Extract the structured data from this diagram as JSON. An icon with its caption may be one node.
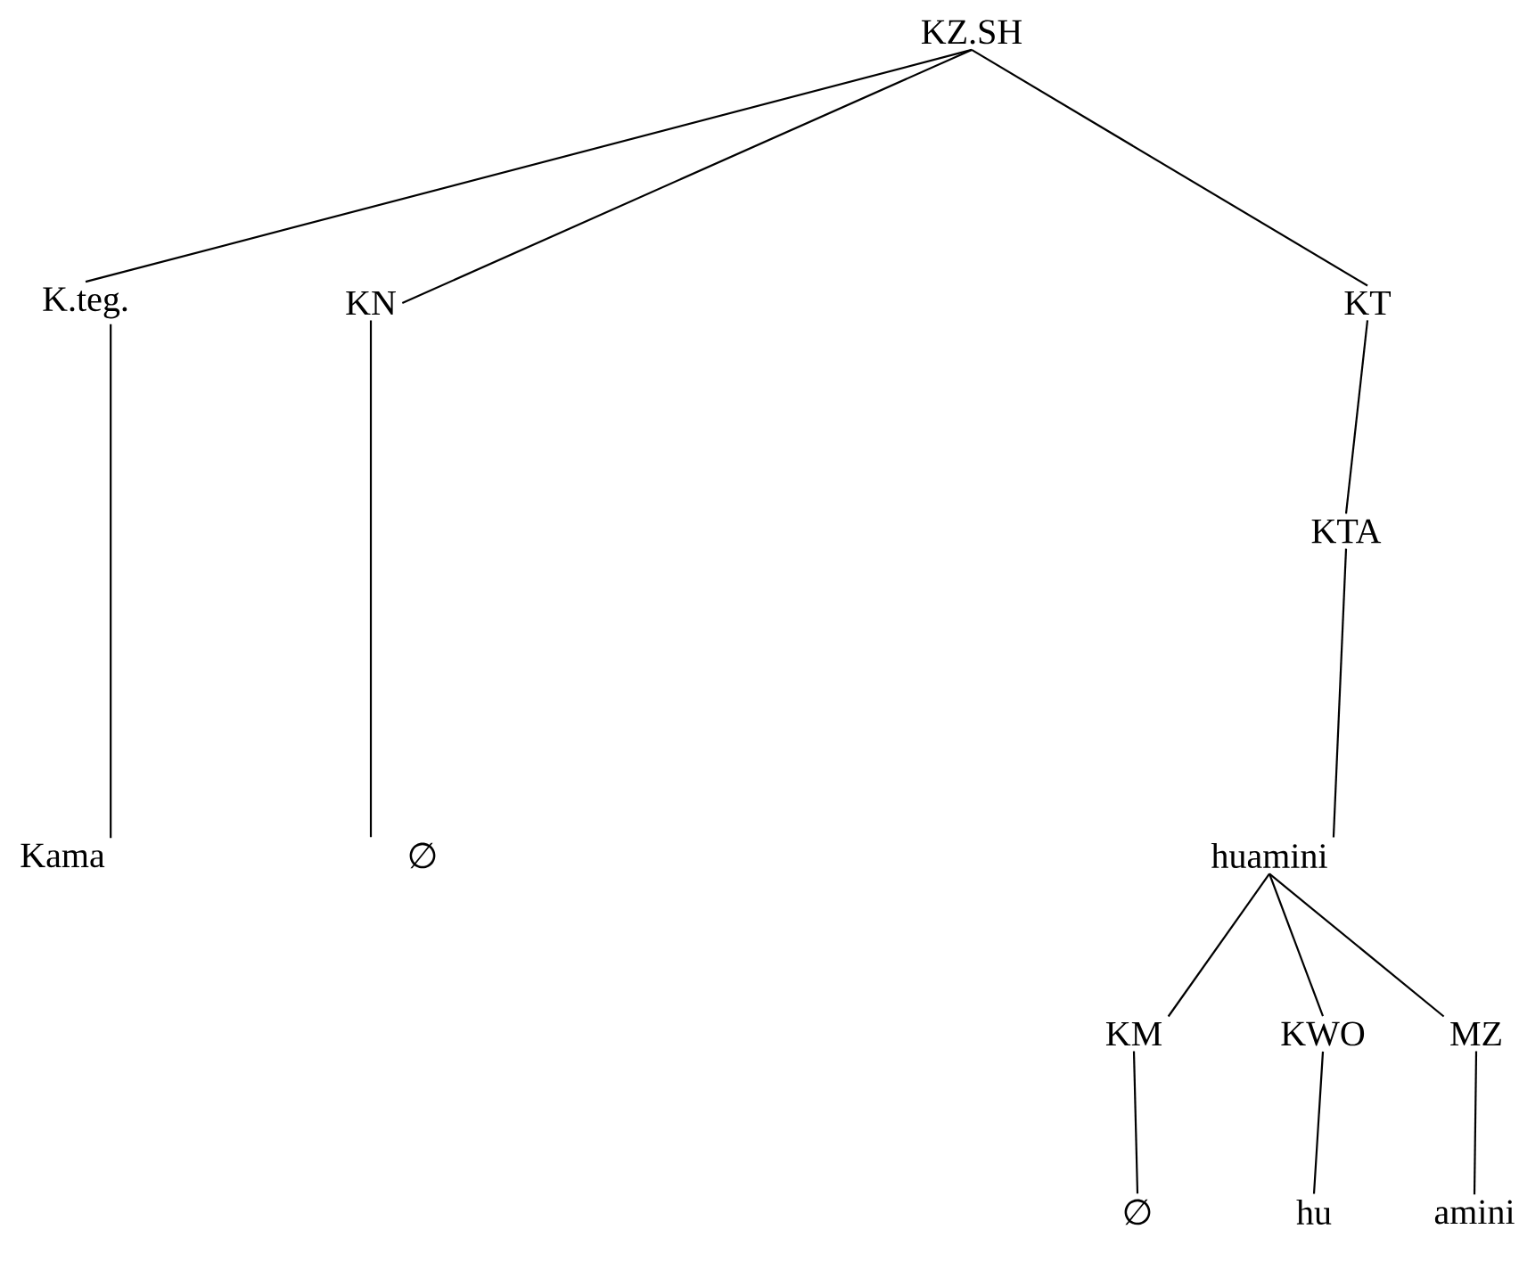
{
  "diagram": {
    "nodes": [
      {
        "text": [
          "KZ.SH"
        ]
      },
      {
        "text": [
          "K.teg."
        ]
      },
      {
        "text": [
          "KN"
        ]
      },
      {
        "text": [
          "KT"
        ]
      },
      {
        "text": [
          "KTA"
        ]
      },
      {
        "text": [
          "Kama"
        ]
      },
      {
        "text": [
          "∅"
        ]
      },
      {
        "text": [
          "huamini"
        ]
      },
      {
        "text": [
          "KM"
        ]
      },
      {
        "text": [
          "KWO"
        ]
      },
      {
        "text": [
          "MZ"
        ]
      },
      {
        "text": [
          "∅"
        ]
      },
      {
        "text": [
          "hu"
        ]
      },
      {
        "text": [
          "amini"
        ]
      }
    ],
    "edges": [
      {
        "from": 0,
        "to": 1,
        "arrow": "none"
      },
      {
        "from": 0,
        "to": 2,
        "arrow": "none"
      },
      {
        "from": 0,
        "to": 3,
        "arrow": "none"
      },
      {
        "from": 1,
        "to": 5,
        "arrow": "none"
      },
      {
        "from": 2,
        "to": 6,
        "arrow": "none"
      },
      {
        "from": 3,
        "to": 4,
        "arrow": "none"
      },
      {
        "from": 4,
        "to": 7,
        "arrow": "none"
      },
      {
        "from": 7,
        "to": 8,
        "arrow": "none"
      },
      {
        "from": 7,
        "to": 9,
        "arrow": "none"
      },
      {
        "from": 7,
        "to": 10,
        "arrow": "none"
      },
      {
        "from": 8,
        "to": 11,
        "arrow": "none"
      },
      {
        "from": 9,
        "to": 12,
        "arrow": "none"
      },
      {
        "from": 10,
        "to": 13,
        "arrow": "none"
      }
    ]
  }
}
